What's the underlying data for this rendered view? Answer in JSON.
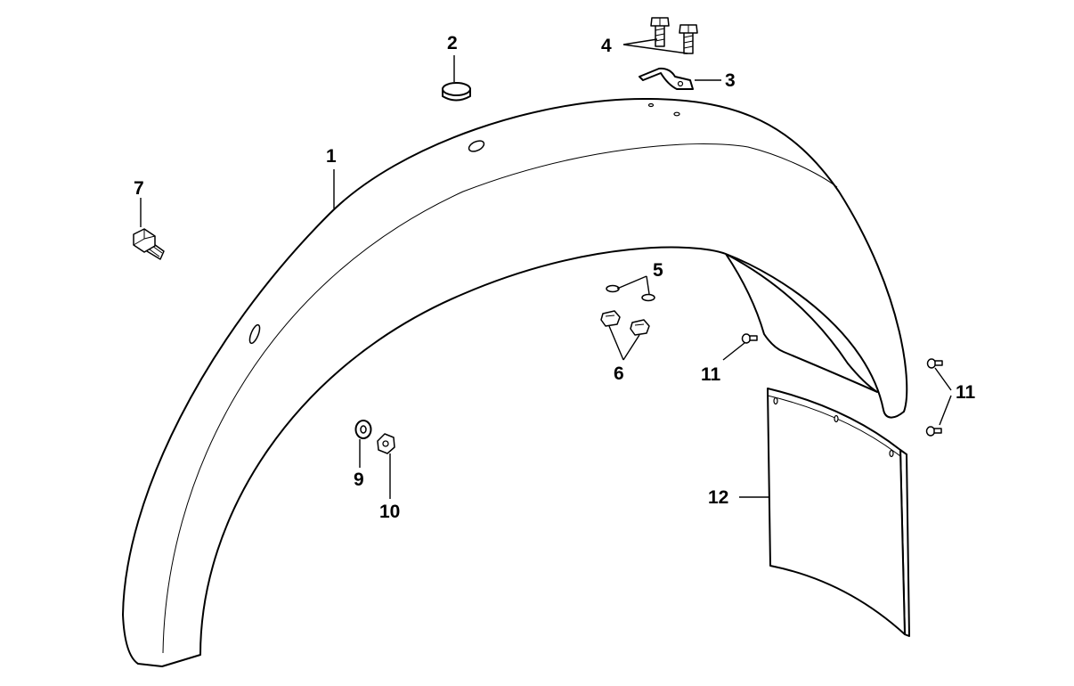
{
  "diagram": {
    "type": "exploded-parts-view",
    "line_color": "#000000",
    "background": "#ffffff",
    "callouts": [
      {
        "id": "c1",
        "label": "1",
        "part": "fender"
      },
      {
        "id": "c2",
        "label": "2",
        "part": "plug"
      },
      {
        "id": "c3",
        "label": "3",
        "part": "bracket"
      },
      {
        "id": "c4",
        "label": "4",
        "part": "bolts"
      },
      {
        "id": "c5",
        "label": "5",
        "part": "washers"
      },
      {
        "id": "c6",
        "label": "6",
        "part": "nuts"
      },
      {
        "id": "c7",
        "label": "7",
        "part": "bolt"
      },
      {
        "id": "c9",
        "label": "9",
        "part": "washer"
      },
      {
        "id": "c10",
        "label": "10",
        "part": "nut"
      },
      {
        "id": "c11a",
        "label": "11",
        "part": "rivet"
      },
      {
        "id": "c11b",
        "label": "11",
        "part": "rivets"
      },
      {
        "id": "c12",
        "label": "12",
        "part": "mud-flap"
      }
    ]
  }
}
